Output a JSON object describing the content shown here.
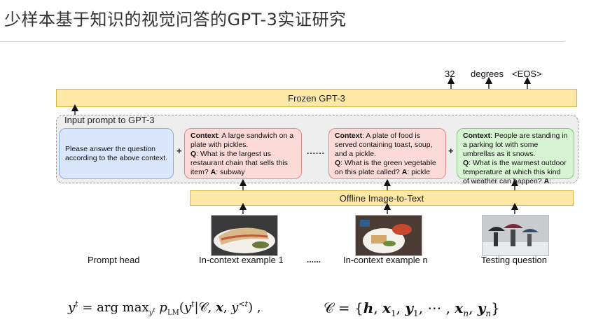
{
  "title": "少样本基于知识的视觉问答的GPT-3实证研究",
  "frozen_gpt3": "Frozen GPT-3",
  "input_prompt_label": "Input prompt to GPT-3",
  "offline_image_to_text": "Offline Image-to-Text",
  "output_tokens": [
    "32",
    "degrees",
    "<EOS>"
  ],
  "prompt_head_text": "Please answer the question according to the above context.",
  "example_1": {
    "context_label": "Context",
    "context": "A large sandwich on a plate with pickles.",
    "q_label": "Q",
    "question": "What is the largest us restaurant chain that sells this item?",
    "a_label": "A",
    "answer": "subway"
  },
  "example_n": {
    "context_label": "Context",
    "context": "A plate of food is served containing toast, soup, and a pickle.",
    "q_label": "Q",
    "question": "What is the green vegetable on this plate called?",
    "a_label": "A",
    "answer": "pickle"
  },
  "test": {
    "context_label": "Context",
    "context": "People are standing in a parking lot with some umbrellas as it snows.",
    "q_label": "Q",
    "question": "What is the warmest outdoor temperature at which this kind of weather can happen?",
    "a_label": "A"
  },
  "plus_sign": "+",
  "ellipsis": "......",
  "captions": {
    "prompt_head": "Prompt head",
    "example_1": "In-context example 1",
    "example_n": "In-context example n",
    "testing": "Testing question",
    "dots": "......"
  },
  "formula_1": "yᵗ = arg max_{yᵗ} p_LM(yᵗ | 𝒞, x, y^{<t}),",
  "formula_2": "𝒞 = {h, x₁, y₁, ⋯, xₙ, yₙ}"
}
